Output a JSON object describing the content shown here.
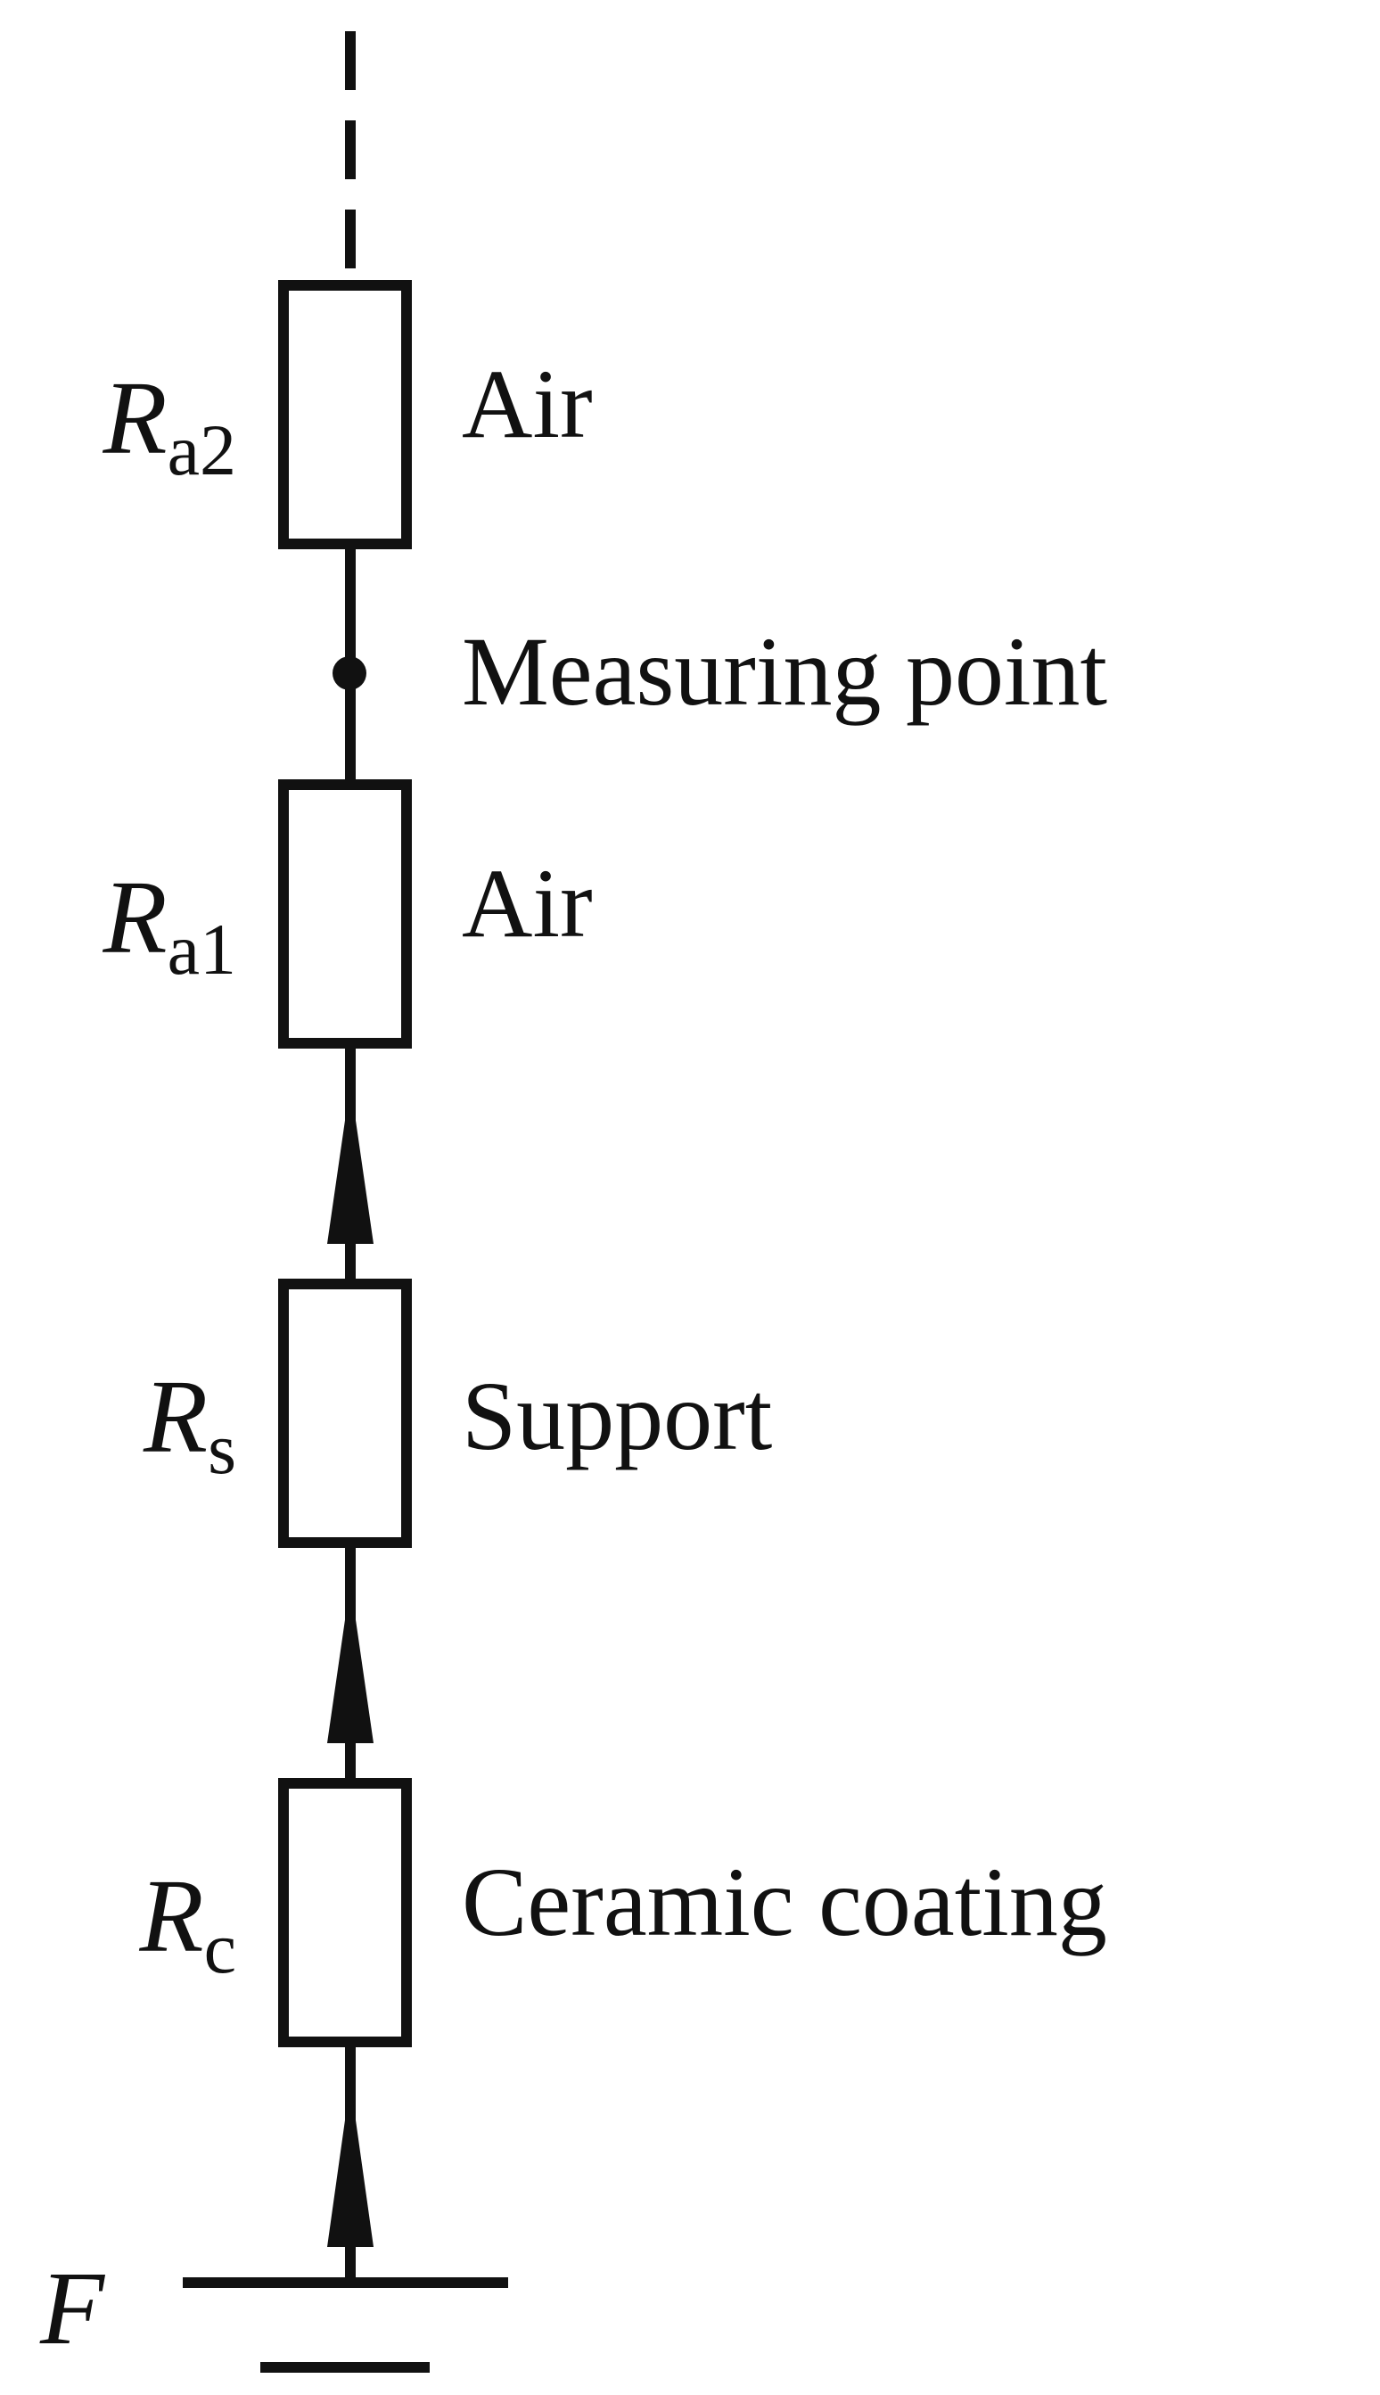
{
  "resistors": [
    {
      "symbol": "R",
      "subscript": "a2",
      "label": "Air"
    },
    {
      "symbol": "R",
      "subscript": "a1",
      "label": "Air"
    },
    {
      "symbol": "R",
      "subscript": "s",
      "label": "Support"
    },
    {
      "symbol": "R",
      "subscript": "c",
      "label": "Ceramic coating"
    }
  ],
  "measuring_point": {
    "label": "Measuring point"
  },
  "source": {
    "label": "F"
  }
}
